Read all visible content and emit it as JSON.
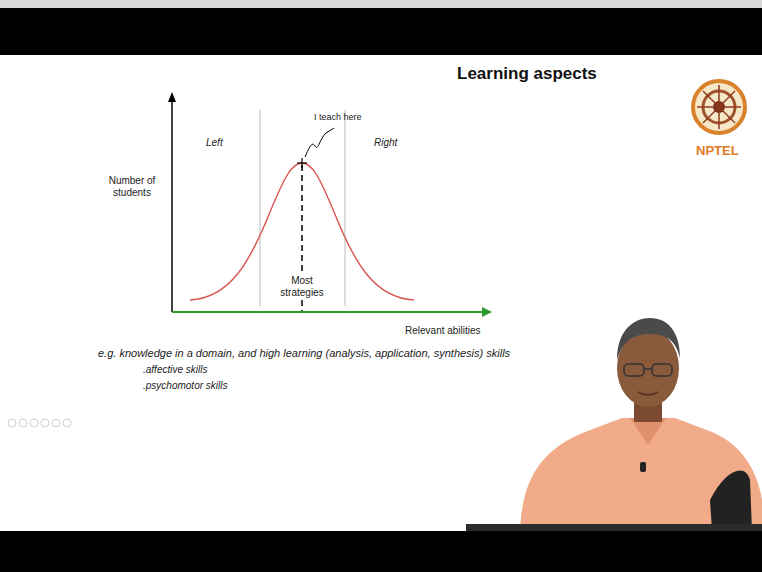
{
  "diagram": {
    "title": "Learning aspects",
    "labels": [
      "I teach here",
      "Left",
      "Right",
      "Number of students",
      "Most strategies",
      "Relevant abilities",
      "e.g. knowledge in a domain, and high learning (analysis, application, synthesis) skills",
      ".affective skills",
      ".psychomotor skills",
      "NPTEL"
    ]
  }
}
